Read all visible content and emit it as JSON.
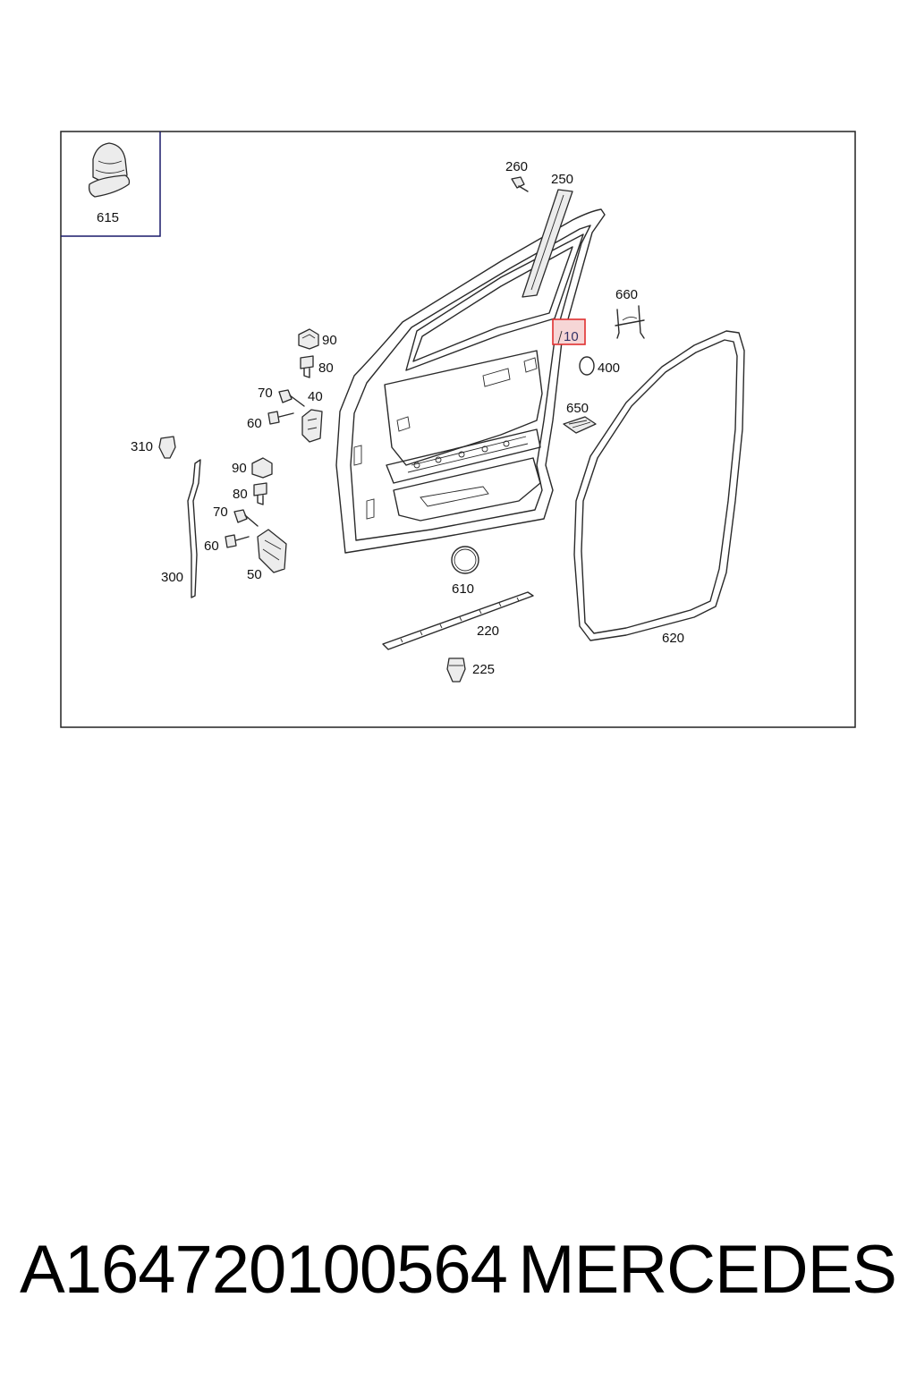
{
  "diagram": {
    "labels": {
      "l615": "615",
      "l260": "260",
      "l250": "250",
      "l660": "660",
      "l10": "10",
      "l400": "400",
      "l90a": "90",
      "l80a": "80",
      "l70a": "70",
      "l40": "40",
      "l60a": "60",
      "l650": "650",
      "l310": "310",
      "l90b": "90",
      "l80b": "80",
      "l70b": "70",
      "l60b": "60",
      "l300": "300",
      "l50": "50",
      "l610": "610",
      "l220": "220",
      "l620": "620",
      "l225": "225"
    },
    "highlight_color": "#e03030",
    "line_color": "#2a2a2a",
    "inset_border_color": "#1a1a6a"
  },
  "footer": {
    "part_number": "A164720100564",
    "brand": "MERCEDES"
  }
}
